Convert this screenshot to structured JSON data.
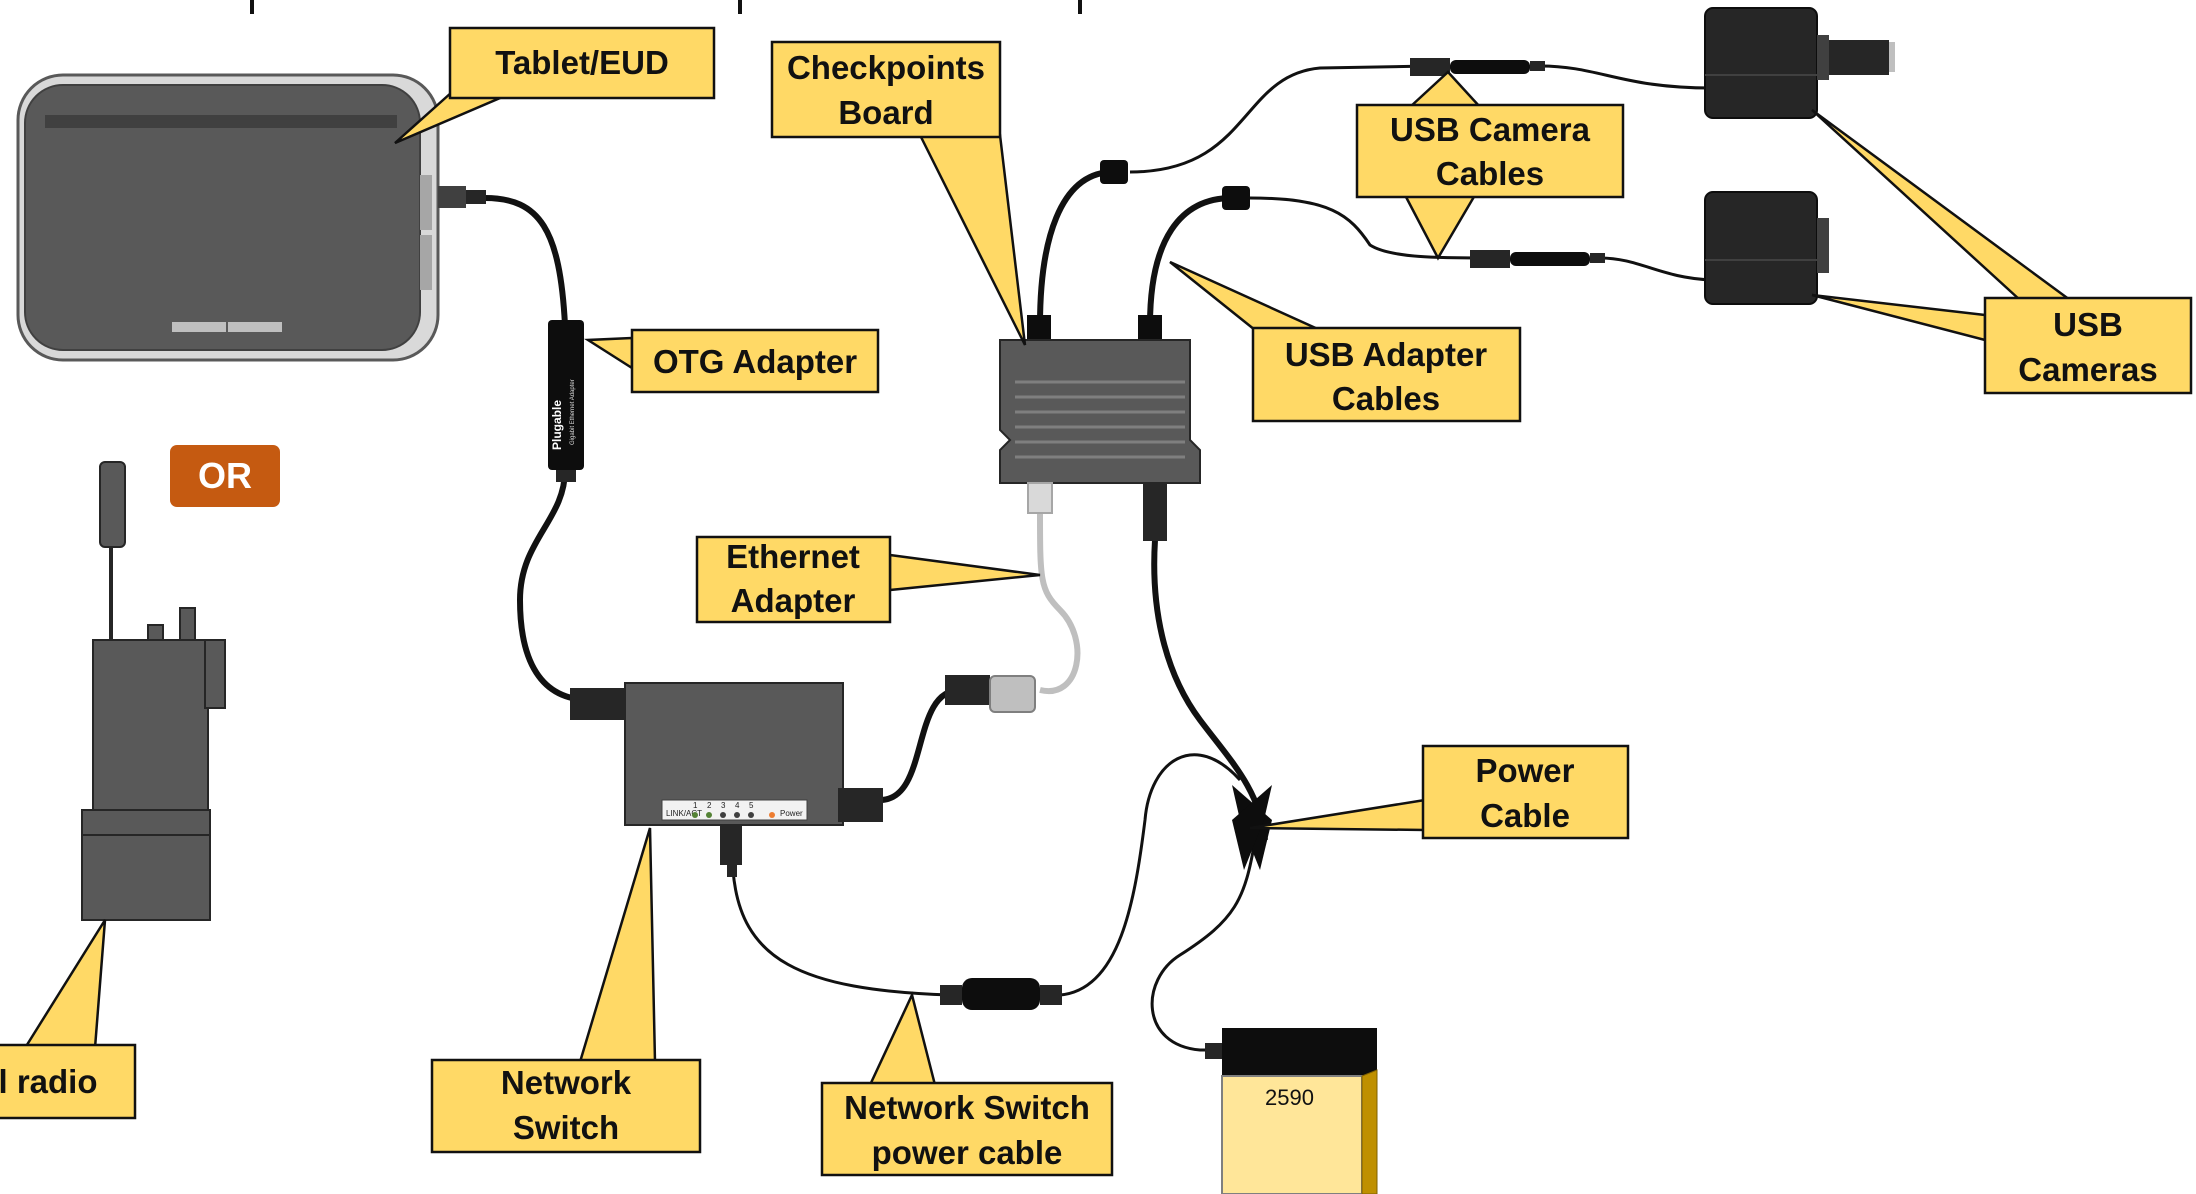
{
  "labels": {
    "tablet": "Tablet/EUD",
    "otg": "OTG Adapter",
    "board_l1": "Checkpoints",
    "board_l2": "Board",
    "usb_cam_cables_l1": "USB Camera",
    "usb_cam_cables_l2": "Cables",
    "usb_adapter_l1": "USB Adapter",
    "usb_adapter_l2": "Cables",
    "usb_cameras_l1": "USB",
    "usb_cameras_l2": "Cameras",
    "ethernet_l1": "Ethernet",
    "ethernet_l2": "Adapter",
    "power_l1": "Power",
    "power_l2": "Cable",
    "switch_l1": "Network",
    "switch_l2": "Switch",
    "switch_power_l1": "Network Switch",
    "switch_power_l2": "power cable",
    "radio": "l radio",
    "or": "OR",
    "battery_model": "2590",
    "otg_brand": "Plugable",
    "otg_sub": "Gigabit Ethernet Adapter",
    "switch_status": "LINK/ACT",
    "switch_ports": [
      "1",
      "2",
      "3",
      "4",
      "5"
    ],
    "switch_power": "Power"
  },
  "colors": {
    "callout_fill": "#ffd966",
    "callout_stroke": "#111111",
    "device_gray": "#595959",
    "or_badge": "#c55a11",
    "battery_fill": "#ffe699"
  }
}
